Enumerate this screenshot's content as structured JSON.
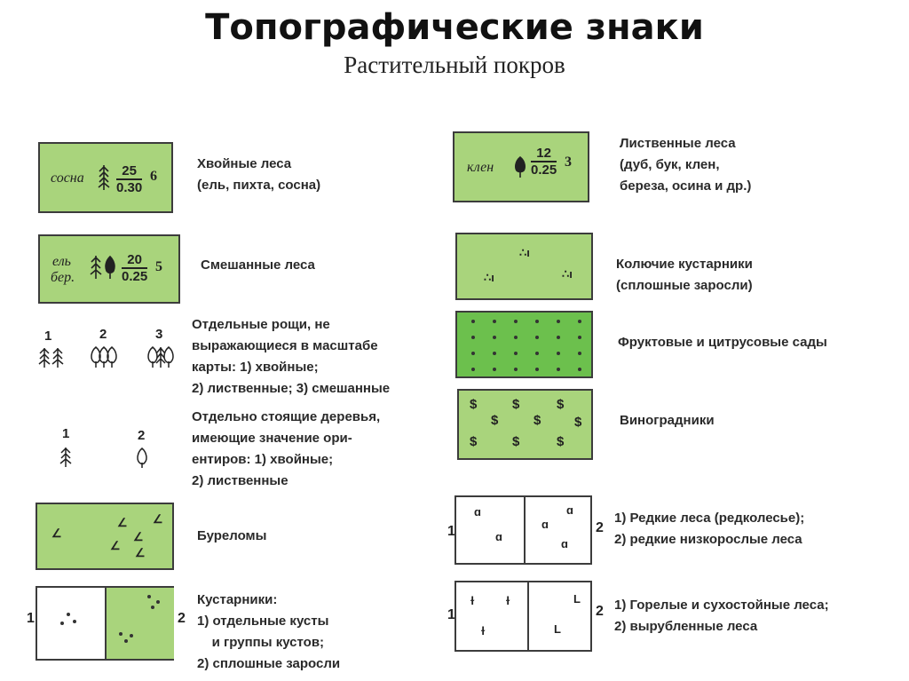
{
  "title": "Топографические знаки",
  "subtitle": "Растительный покров",
  "left": {
    "conifer": {
      "species": "сосна",
      "height": "25",
      "thickness": "0.30",
      "distance": "6",
      "label": "Хвойные леса\n(ель, пихта, сосна)"
    },
    "mixed": {
      "species1": "ель",
      "species2": "бер.",
      "height": "20",
      "thickness": "0.25",
      "distance": "5",
      "label": "Смешанные леса"
    },
    "groves": {
      "num1": "1",
      "num2": "2",
      "num3": "3",
      "label": "Отдельные рощи, не\nвыражающиеся в масштабе\nкарты: 1) хвойные;\n2) лиственные; 3) смешанные"
    },
    "trees": {
      "num1": "1",
      "num2": "2",
      "label": "Отдельно стоящие деревья,\nимеющие значение ори-\nентиров: 1) хвойные;\n2) лиственные"
    },
    "windfall": {
      "label": "Буреломы"
    },
    "shrubs": {
      "num1": "1",
      "num2": "2",
      "label": "Кустарники:\n1) отдельные кусты\n    и группы кустов;\n2) сплошные заросли"
    }
  },
  "right": {
    "deciduous": {
      "species": "клен",
      "height": "12",
      "thickness": "0.25",
      "distance": "3",
      "label": "Лиственные леса\n(дуб, бук, клен,\nбереза, осина и др.)"
    },
    "thorny": {
      "label": "Колючие кустарники\n(сплошные заросли)"
    },
    "orchards": {
      "label": "Фруктовые и цитрусовые сады"
    },
    "vineyards": {
      "label": "Виноградники",
      "glyph": "$"
    },
    "sparse": {
      "num1": "1",
      "num2": "2",
      "label": "1) Редкие леса (редколесье);\n2) редкие низкорослые леса"
    },
    "burnt": {
      "num1": "1",
      "num2": "2",
      "label": "1) Горелые и сухостойные леса;\n2) вырубленные леса"
    }
  },
  "colors": {
    "light_green": "#a9d47c",
    "dark_green": "#6cc04d",
    "border": "#3c3c3c"
  }
}
